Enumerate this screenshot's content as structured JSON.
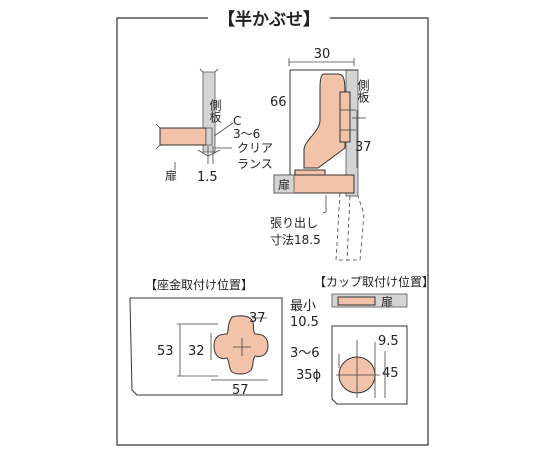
{
  "title": "【半かぶせ】",
  "side_panel_label": "側板",
  "door_label": "扉",
  "clearance": {
    "c_label": "C",
    "c_value": "3～6",
    "kuria": "クリア",
    "ransu": "ランス",
    "value_15": "1.5"
  },
  "hinge": {
    "dim_30": "30",
    "dim_66": "66",
    "dim_37": "37",
    "protrusion_line1": "張り出し",
    "protrusion_line2": "寸法18.5"
  },
  "base_plate": {
    "section_title": "【座金取付け位置】",
    "dim_53": "53",
    "dim_32": "32",
    "dim_37": "37",
    "dim_57": "57"
  },
  "cup": {
    "section_title": "【カップ取付け位置】",
    "min_label": "最小",
    "min_value": "10.5",
    "dim_95": "9.5",
    "dim_3_6": "3～6",
    "dim_35phi": "35ϕ",
    "dim_45": "45"
  },
  "colors": {
    "wood": "#f2c3a8",
    "gray": "#d4d4d4",
    "line": "#333333"
  }
}
